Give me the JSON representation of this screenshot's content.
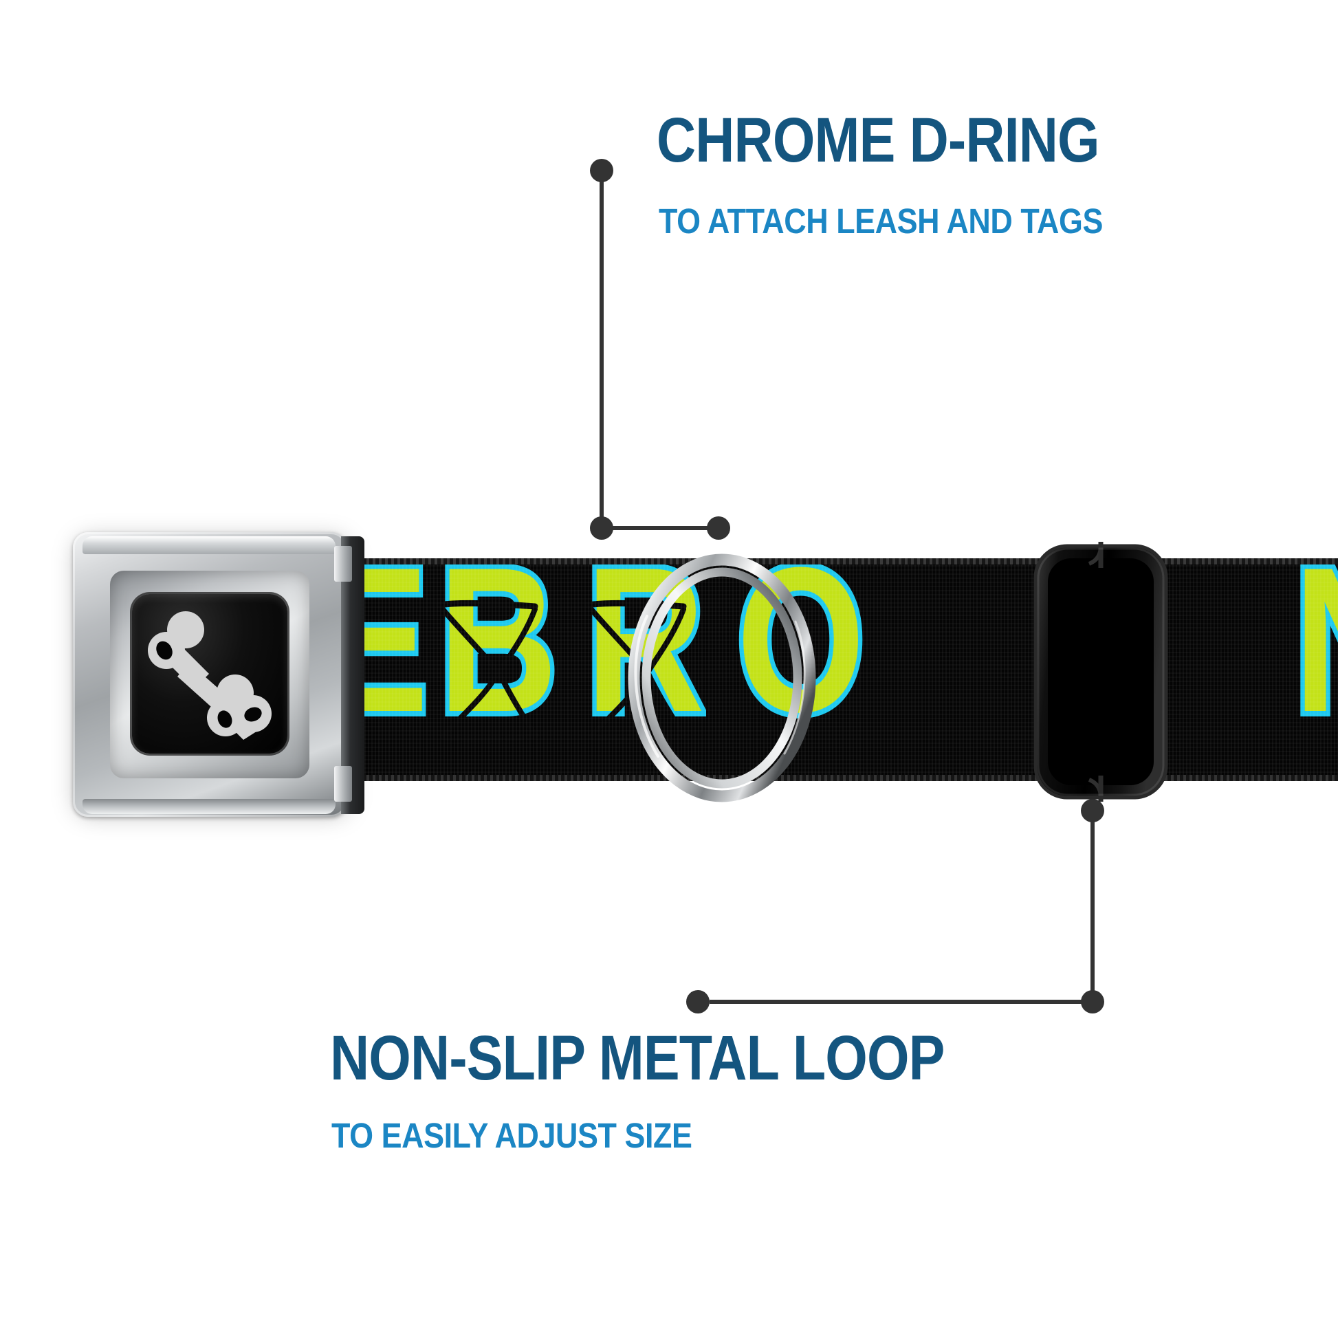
{
  "page": {
    "background": "#ffffff",
    "title_color": "#14557f",
    "subtitle_color": "#1b86c4",
    "leader_color": "#333333"
  },
  "callouts": [
    {
      "id": "chrome-d-ring",
      "title": "CHROME D-RING",
      "subtitle": "TO ATTACH LEASH AND TAGS",
      "position": "top-right"
    },
    {
      "id": "non-slip-metal-loop",
      "title": "NON-SLIP METAL LOOP",
      "subtitle": "TO EASILY ADJUST SIZE",
      "position": "bottom-left"
    }
  ],
  "product": {
    "type": "seatbelt-buckle-dog-collar",
    "buckle": {
      "finish": "chrome",
      "button_color": "#000000",
      "logo": "dog-bone-icon",
      "logo_color": "#d4d4d4"
    },
    "strap": {
      "webbing_color": "#050505",
      "letter_fill": "#c3e218",
      "letter_outline": "#1cc9ef",
      "visible_text": "E BRO N",
      "letters": [
        "E",
        "B",
        "R",
        "O",
        "N"
      ]
    },
    "d_ring": {
      "finish": "chrome",
      "color": "#c9ccce"
    },
    "slider_loop": {
      "finish": "matte-black-metal",
      "color": "#121212"
    }
  }
}
